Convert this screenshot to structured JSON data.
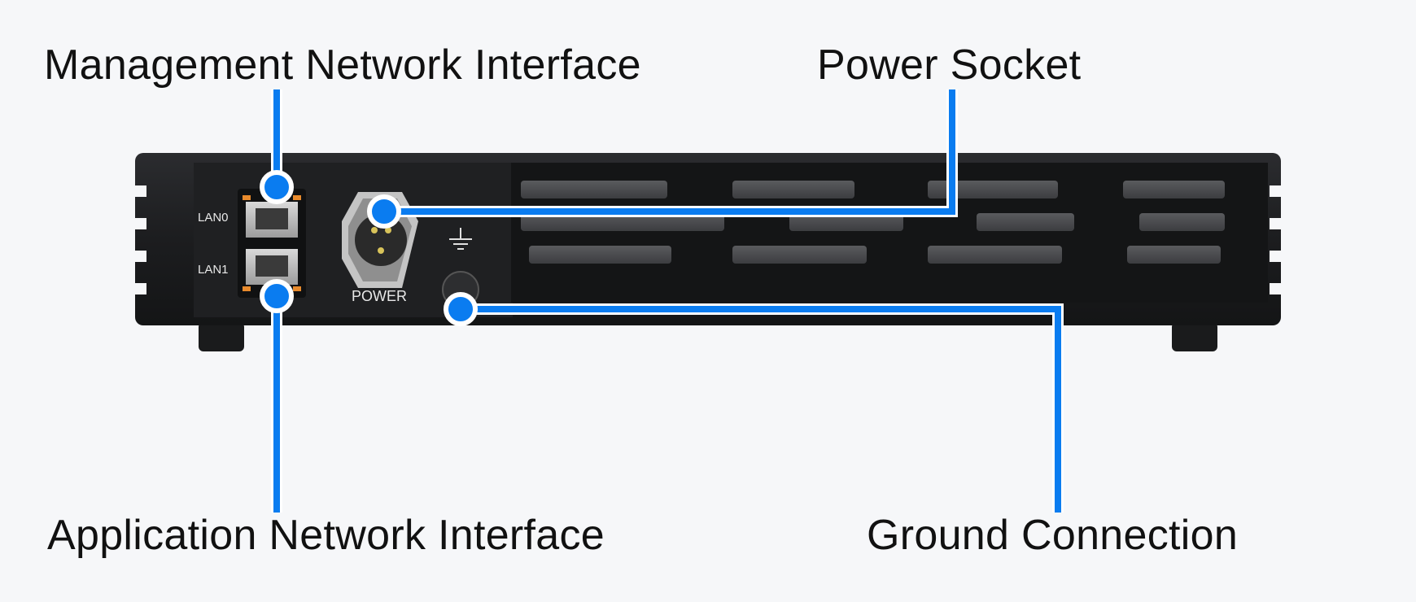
{
  "callouts": {
    "management": "Management Network Interface",
    "power": "Power Socket",
    "application": "Application Network Interface",
    "ground": "Ground Connection"
  },
  "device": {
    "lan0_label": "LAN0",
    "lan1_label": "LAN1",
    "power_label": "POWER"
  },
  "colors": {
    "leader": "#0a7cf0",
    "chassis": "#1e1f21",
    "port_led": "#e88a2c",
    "background": "#f6f7f9"
  }
}
